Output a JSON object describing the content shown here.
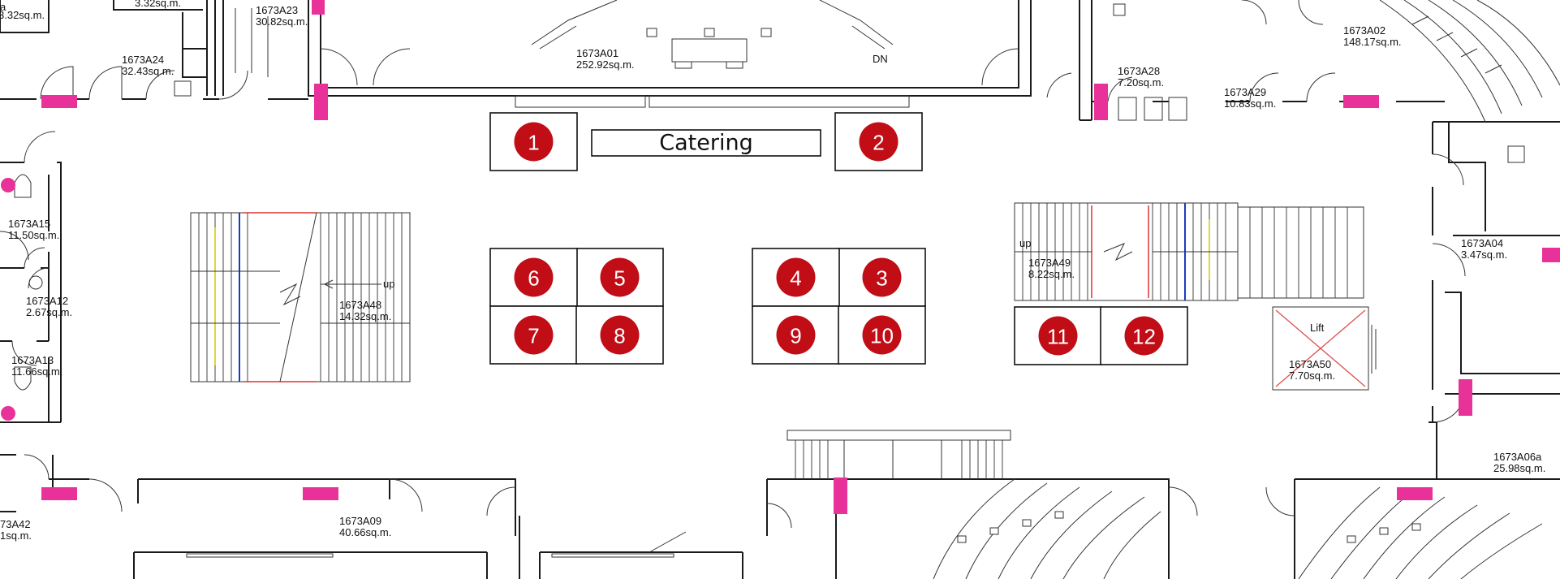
{
  "title": "",
  "catering_label": "Catering",
  "booths": [
    "1",
    "2",
    "3",
    "4",
    "5",
    "6",
    "7",
    "8",
    "9",
    "10",
    "11",
    "12"
  ],
  "rooms": [
    {
      "id": "top-left-partial",
      "name": "a",
      "area": "3.32sq.m."
    },
    {
      "id": "1673A23",
      "name": "1673A23",
      "area": "30.82sq.m."
    },
    {
      "id": "1673A24",
      "name": "1673A24",
      "area": "32.43sq.m."
    },
    {
      "id": "1673A01",
      "name": "1673A01",
      "area": "252.92sq.m."
    },
    {
      "id": "1673A28",
      "name": "1673A28",
      "area": "7.20sq.m."
    },
    {
      "id": "1673A29",
      "name": "1673A29",
      "area": "10.83sq.m."
    },
    {
      "id": "1673A02",
      "name": "1673A02",
      "area": "148.17sq.m."
    },
    {
      "id": "1673A15",
      "name": "1673A15",
      "area": "11.50sq.m."
    },
    {
      "id": "1673A12",
      "name": "1673A12",
      "area": "2.67sq.m."
    },
    {
      "id": "1673A13",
      "name": "1673A13",
      "area": "11.66sq.m."
    },
    {
      "id": "1673A48",
      "name": "1673A48",
      "area": "14.32sq.m."
    },
    {
      "id": "1673A49",
      "name": "1673A49",
      "area": "8.22sq.m."
    },
    {
      "id": "1673A04",
      "name": "1673A04",
      "area": "3.47sq.m."
    },
    {
      "id": "1673A50",
      "name": "1673A50",
      "area": "7.70sq.m."
    },
    {
      "id": "1673A06a",
      "name": "1673A06a",
      "area": "25.98sq.m."
    },
    {
      "id": "1673A09",
      "name": "1673A09",
      "area": "40.66sq.m."
    },
    {
      "id": "1673A42",
      "name": "73A42",
      "area": "1sq.m."
    }
  ],
  "annotations": {
    "dn": "DN",
    "up": "up",
    "lift": "Lift"
  },
  "colors": {
    "marker": "#c00d16",
    "highlight": "#e8329a",
    "wall": "#1a1a1a"
  }
}
